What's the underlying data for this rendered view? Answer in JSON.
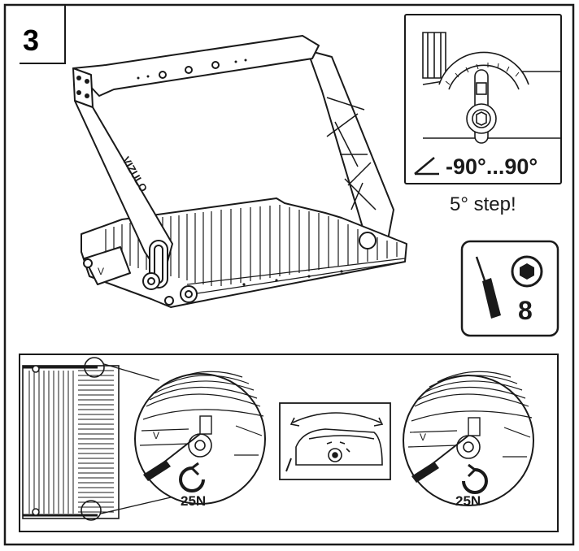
{
  "step": {
    "number": "3"
  },
  "angle_panel": {
    "range": "-90°...90°",
    "step_note": "5° step!"
  },
  "tool_panel": {
    "hex_size": "8"
  },
  "torque": {
    "left": "25N",
    "right": "25N"
  },
  "brand": "VIZULO",
  "icons": [
    "angle-icon",
    "screwdriver-icon",
    "hex-socket-icon",
    "rotate-ccw-icon",
    "rotate-cw-icon",
    "tilt-arrow-icon"
  ]
}
